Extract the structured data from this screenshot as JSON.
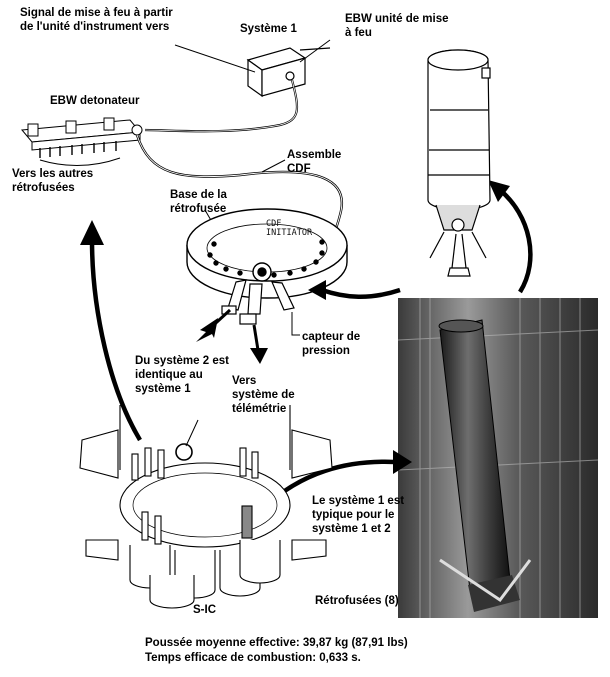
{
  "labels": {
    "signal": "Signal de mise à feu à partir\nde l'unité d'instrument vers",
    "system1": "Système 1",
    "ebw_unit": "EBW unité de mise\nà feu",
    "ebw_detonator": "EBW detonateur",
    "other_retro": "Vers les autres\nrétrofusées",
    "cdf_assembly": "Assemble\nCDF",
    "retro_base": "Base de la\nrétrofusée",
    "cdf_initiator": "CDF\nINITIATOR",
    "pressure_sensor": "capteur de\npression",
    "system2": "Du système 2 est\nidentique au\nsystème 1",
    "telemetry": "Vers\nsystème de\ntélémétrie",
    "system1_typical": "Le système 1 est\ntypique pour le\nsystème 1 et 2",
    "sic": "S-IC",
    "retro_count": "Rétrofusées (8)"
  },
  "footer": {
    "thrust": "Poussée moyenne effective: 39,87 kg (87,91 lbs)",
    "burn_time": "Temps efficace de combustion: 0,633 s."
  }
}
